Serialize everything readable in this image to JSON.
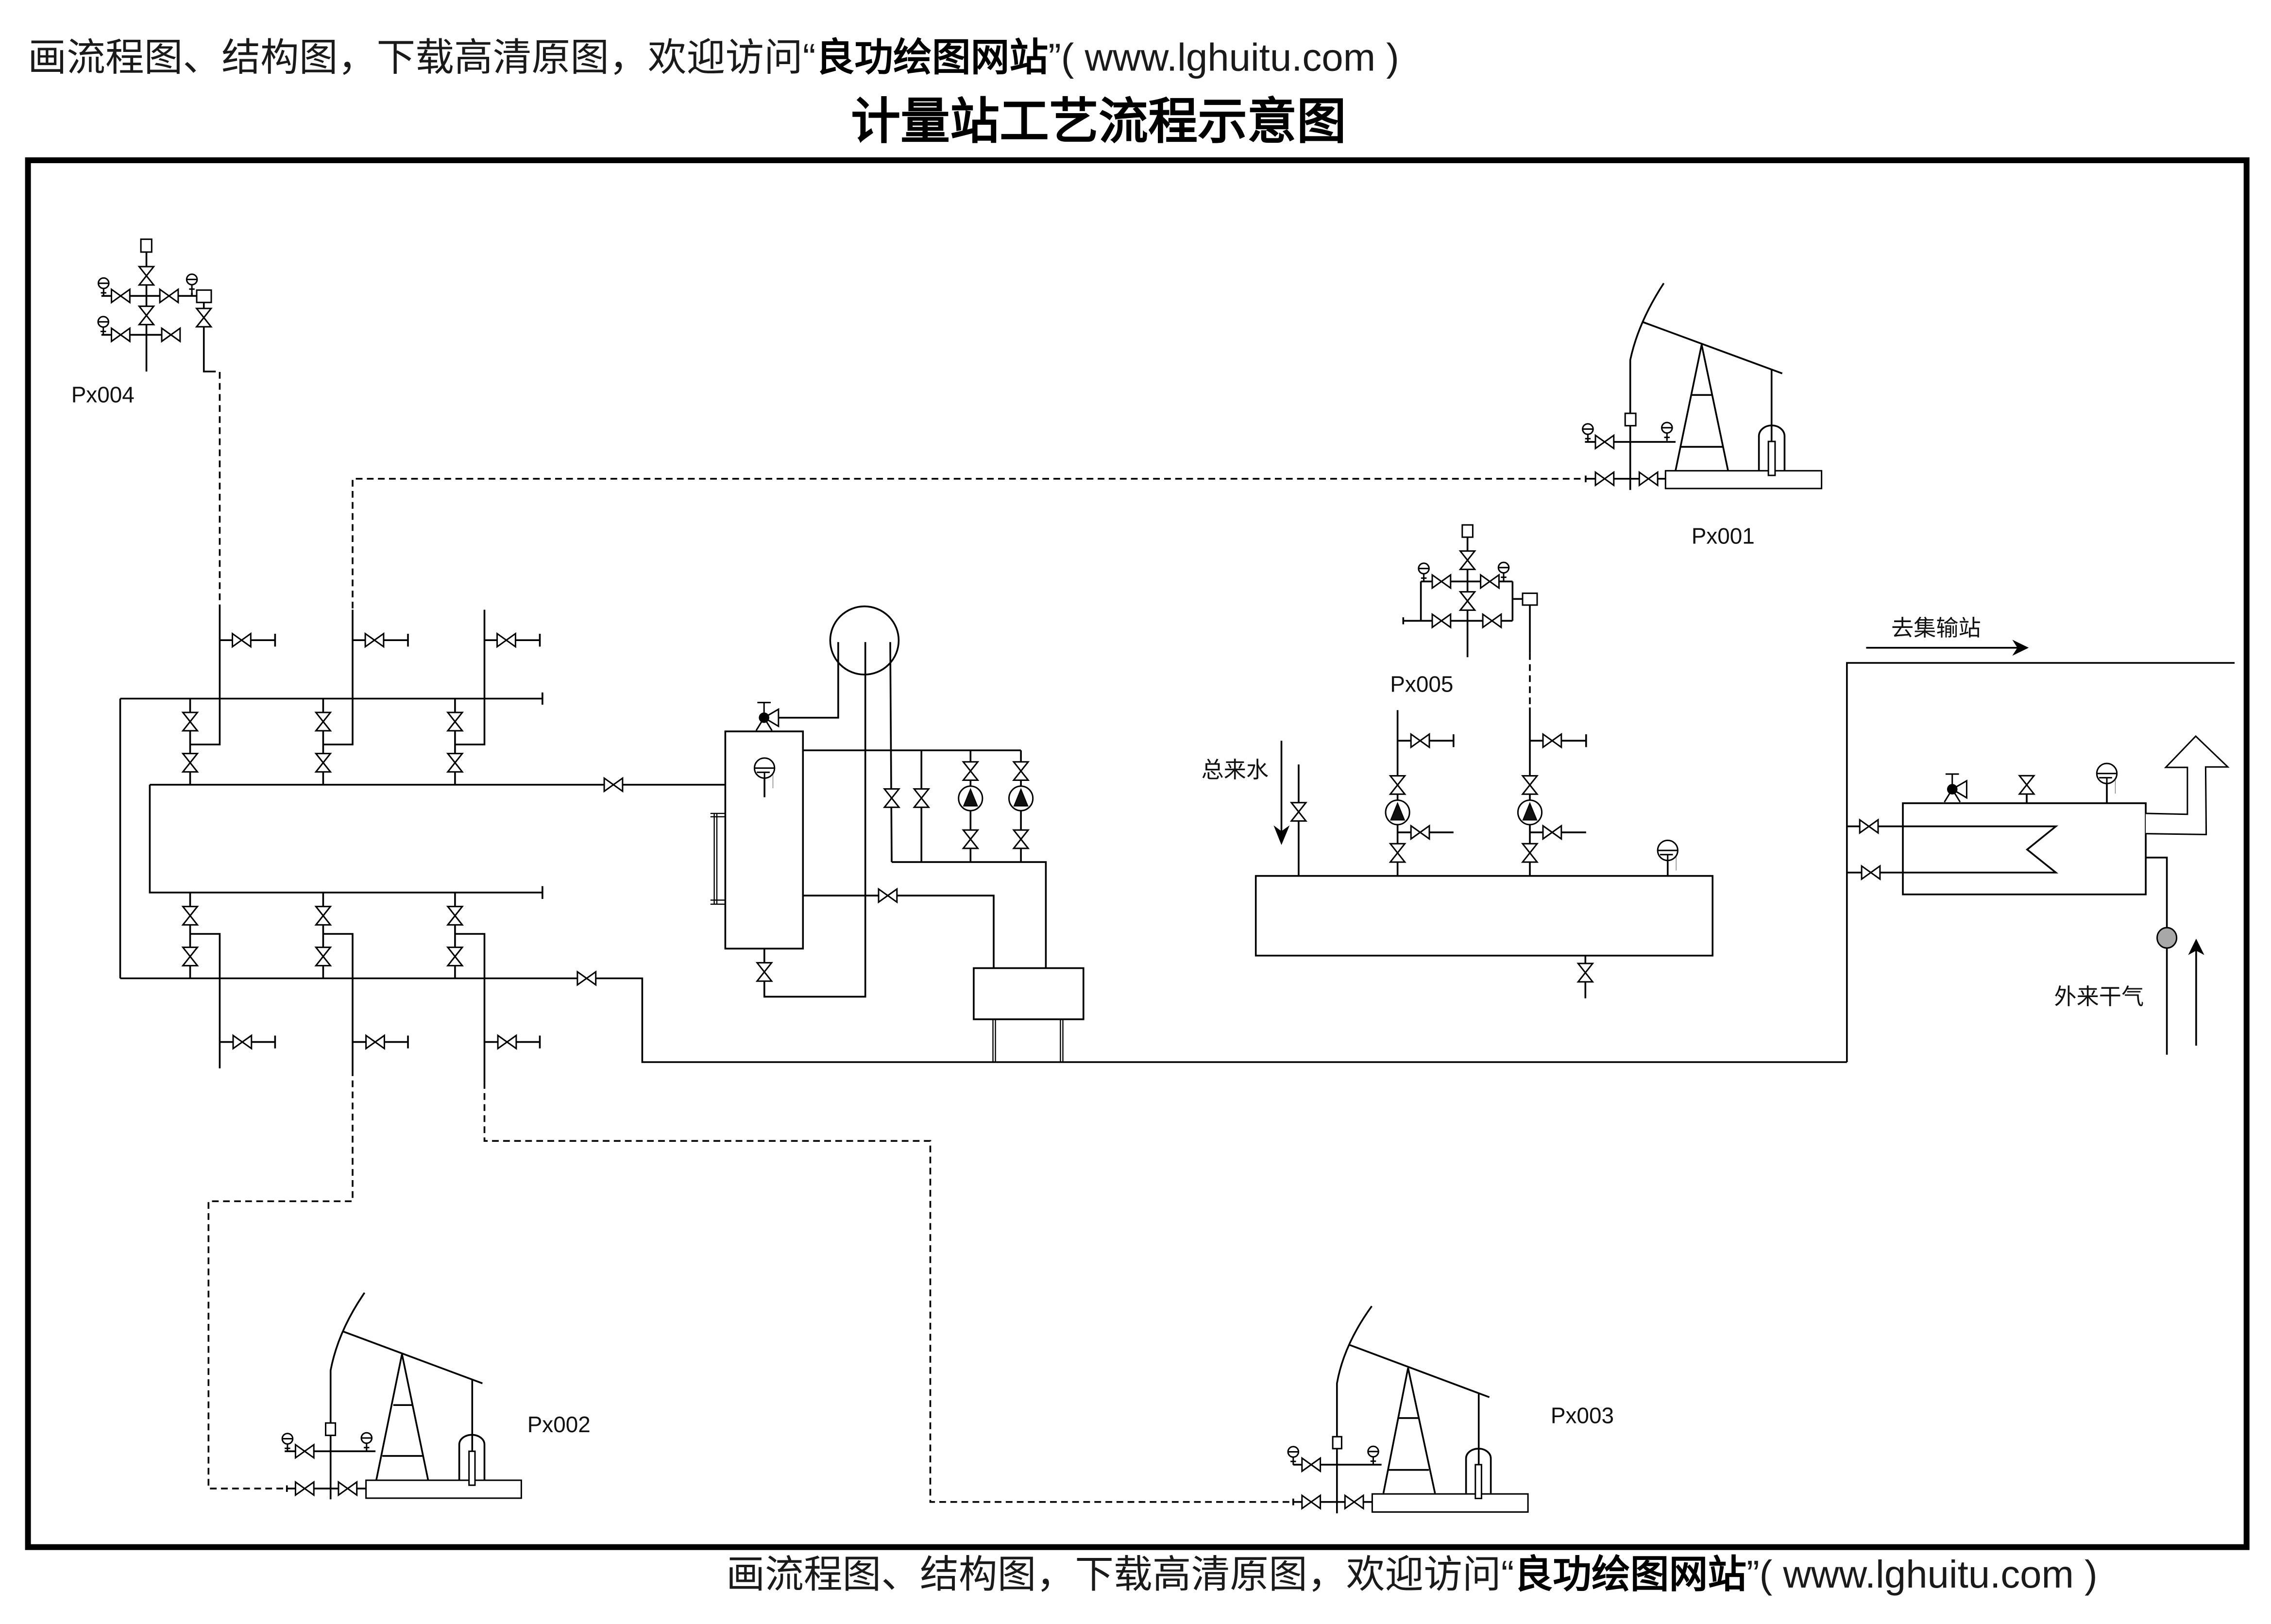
{
  "watermark_top": {
    "prefix": "画流程图、结构图，下载高清原图，欢迎访问“",
    "site_name": "良功绘图网站",
    "suffix": "”( www.lghuitu.com )"
  },
  "title": "计量站工艺流程示意图",
  "watermark_bottom": {
    "prefix": "画流程图、结构图，下载高清原图，欢迎访问“",
    "site_name": "良功绘图网站",
    "suffix": "”( www.lghuitu.com )"
  },
  "wells": {
    "px001": {
      "label": "Px001"
    },
    "px002": {
      "label": "Px002"
    },
    "px003": {
      "label": "Px003"
    },
    "px004": {
      "label": "Px004"
    },
    "px005": {
      "label": "Px005"
    }
  },
  "flow_labels": {
    "water_inlet": "总来水",
    "to_gathering_station": "去集输站",
    "external_dry_gas": "外来干气"
  },
  "symbols": [
    "gate-valve-icon",
    "pressure-gauge-icon",
    "thermometer-gauge-icon",
    "safety-valve-icon",
    "pump-icon",
    "gas-flowmeter-icon",
    "flow-arrow-icon",
    "chimney-arrow-icon",
    "pumping-unit-icon",
    "wellhead-icon"
  ],
  "colors": {
    "line": "#000000",
    "background": "#ffffff",
    "flowmeter_fill": "#a8a8a8"
  }
}
